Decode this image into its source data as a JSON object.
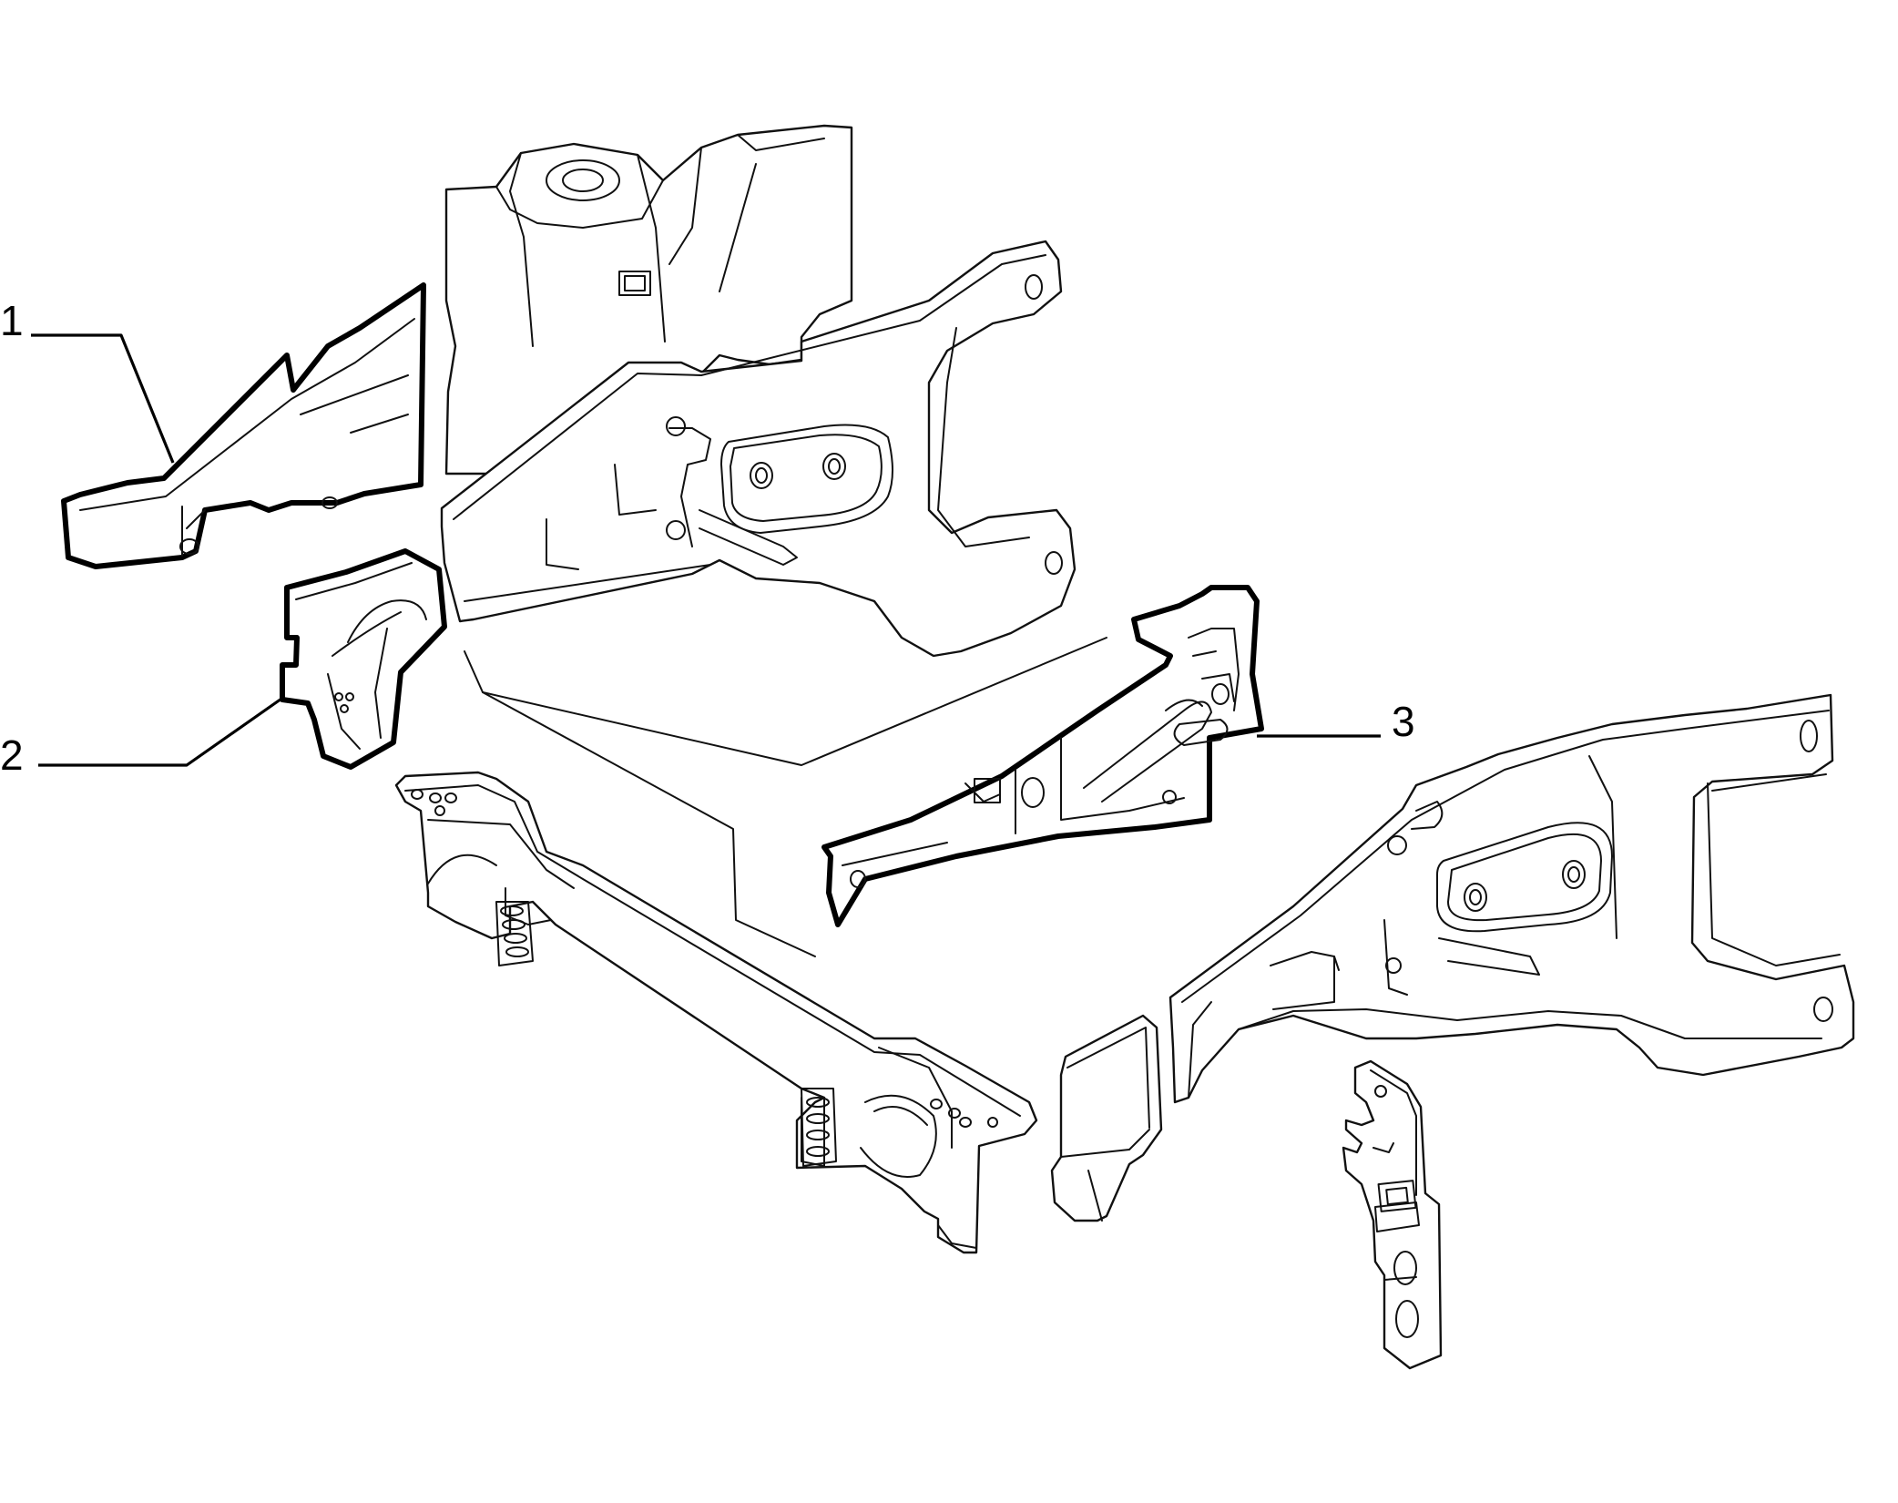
{
  "callouts": [
    {
      "id": "1",
      "label": "1"
    },
    {
      "id": "2",
      "label": "2"
    },
    {
      "id": "3",
      "label": "3"
    }
  ],
  "colors": {
    "line": "#111111",
    "background": "#ffffff"
  }
}
